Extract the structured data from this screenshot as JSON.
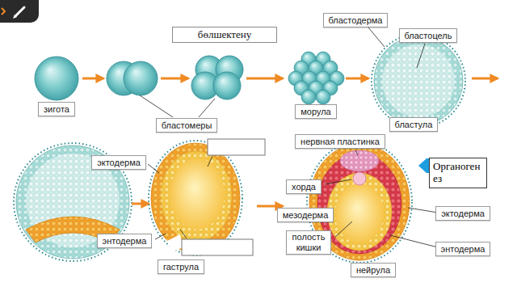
{
  "diagram": {
    "nodes": [
      {
        "text": [
          "бөлшектену"
        ]
      },
      {
        "text": [
          "бластодерма"
        ]
      },
      {
        "text": [
          "бластоцель"
        ]
      },
      {
        "text": [
          "зигота"
        ]
      },
      {
        "text": [
          "бластомеры"
        ]
      },
      {
        "text": [
          "морула"
        ]
      },
      {
        "text": [
          "бластула"
        ]
      },
      {
        "text": [
          "нервная пластинка"
        ]
      },
      {
        "text": [
          "эктодерма"
        ]
      },
      {
        "text": [
          "Органоген ез"
        ]
      },
      {
        "text": [
          "хорда"
        ]
      },
      {
        "text": [
          "мезодерма"
        ]
      },
      {
        "text": [
          "эктодерма"
        ]
      },
      {
        "text": [
          "энтодерма"
        ]
      },
      {
        "text": [
          "полость кишки"
        ]
      },
      {
        "text": [
          "энтодерма"
        ]
      },
      {
        "text": [
          "гаструла"
        ]
      },
      {
        "text": [
          "нейрула"
        ]
      }
    ]
  }
}
